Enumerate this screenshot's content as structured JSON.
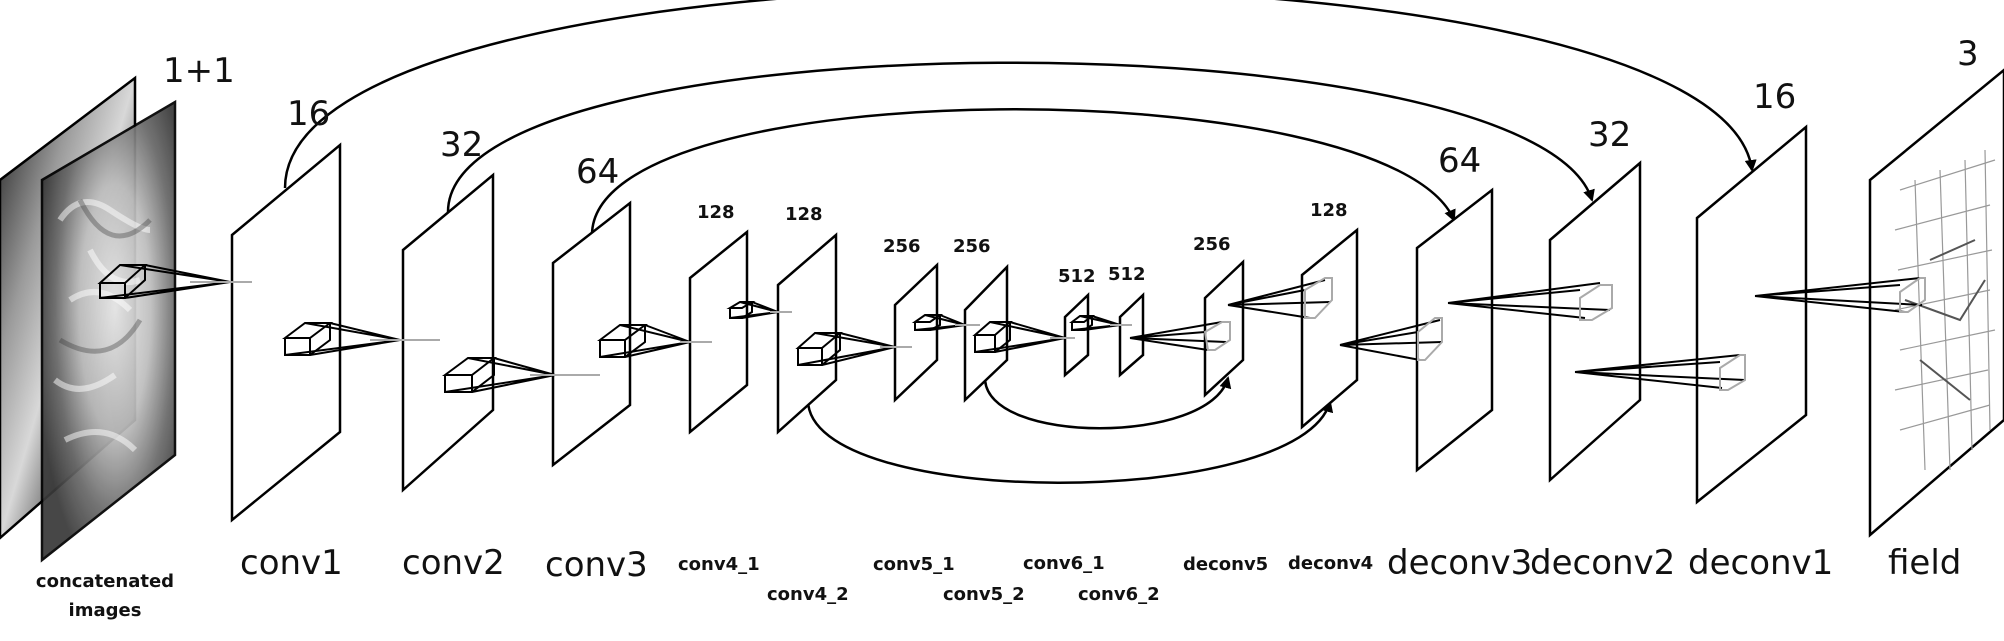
{
  "input": {
    "channels": "1+1",
    "label": "concatenated images"
  },
  "layers": [
    {
      "id": "conv1",
      "name": "conv1",
      "channels": "16"
    },
    {
      "id": "conv2",
      "name": "conv2",
      "channels": "32"
    },
    {
      "id": "conv3",
      "name": "conv3",
      "channels": "64"
    },
    {
      "id": "conv4_1",
      "name": "conv4_1",
      "channels": "128"
    },
    {
      "id": "conv4_2",
      "name": "conv4_2",
      "channels": "128"
    },
    {
      "id": "conv5_1",
      "name": "conv5_1",
      "channels": "256"
    },
    {
      "id": "conv5_2",
      "name": "conv5_2",
      "channels": "256"
    },
    {
      "id": "conv6_1",
      "name": "conv6_1",
      "channels": "512"
    },
    {
      "id": "conv6_2",
      "name": "conv6_2",
      "channels": "512"
    },
    {
      "id": "deconv5",
      "name": "deconv5",
      "channels": "256"
    },
    {
      "id": "deconv4",
      "name": "deconv4",
      "channels": "128"
    },
    {
      "id": "deconv3",
      "name": "deconv3",
      "channels": "64"
    },
    {
      "id": "deconv2",
      "name": "deconv2",
      "channels": "32"
    },
    {
      "id": "deconv1",
      "name": "deconv1",
      "channels": "16"
    }
  ],
  "output": {
    "channels": "3",
    "label": "field"
  }
}
